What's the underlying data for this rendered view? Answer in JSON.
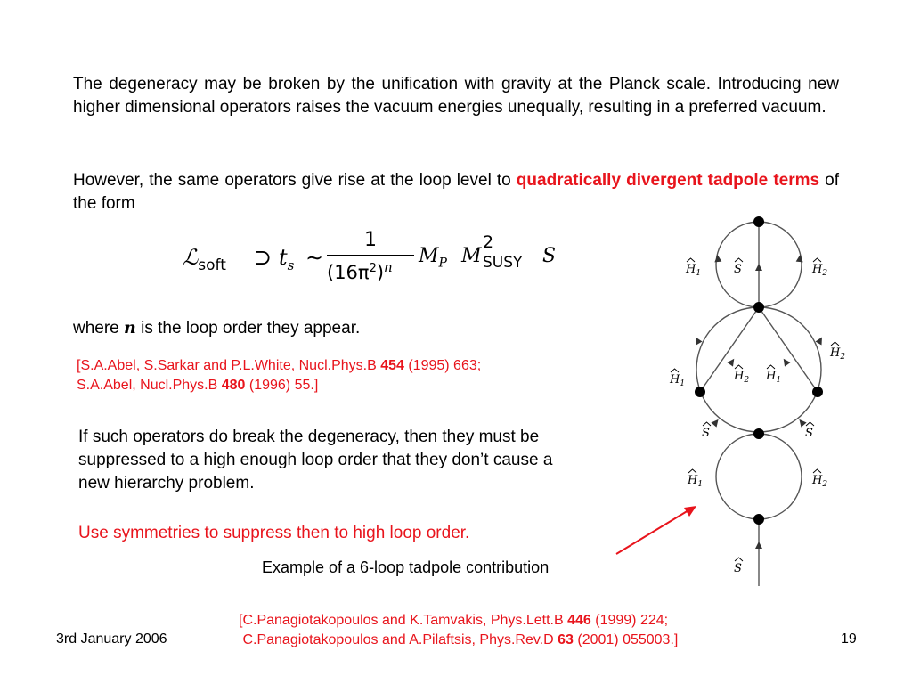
{
  "slide": {
    "para1": "The degeneracy may be broken by the unification with gravity at the Planck scale. Introducing new higher dimensional operators raises the vacuum energies unequally, resulting in a preferred vacuum.",
    "para2": {
      "before": "However, the same operators give rise at the loop level to ",
      "highlight": "quadratically divergent tadpole terms",
      "after": " of the form"
    },
    "formula": {
      "lhs": "ℒ",
      "lhs_sub": "soft",
      "supset": "⊃",
      "t": "t",
      "t_sub": "s",
      "sim": "∼",
      "numerator": "1",
      "denominator": "(16π",
      "denominator_exp": "2",
      "denominator_close": ")",
      "power": "n",
      "mp": "M",
      "mp_sub": "P",
      "m": "M",
      "m_sup": "2",
      "m_sub": "SUSY",
      "s": "S"
    },
    "where": {
      "before": "where ",
      "n": "n",
      "after": " is the loop order they appear."
    },
    "ref1": {
      "line1_pre": "[S.A.Abel, S.Sarkar and P.L.White, Nucl.Phys.B ",
      "line1_vol": "454",
      "line1_post": " (1995) 663;",
      "line2_pre": "S.A.Abel, Nucl.Phys.B ",
      "line2_vol": "480",
      "line2_post": " (1996) 55.]"
    },
    "para3": "If such operators do break the degeneracy, then they must be suppressed to a high enough loop order that they don’t cause a new hierarchy problem.",
    "para4": "Use symmetries to suppress then to high loop order.",
    "caption": "Example of a 6-loop tadpole contribution",
    "ref2": {
      "line1_pre": "[C.Panagiotakopoulos and K.Tamvakis, Phys.Lett.B ",
      "line1_vol": "446",
      "line1_post": " (1999) 224;",
      "line2_pre": " C.Panagiotakopoulos and A.Pilaftsis, Phys.Rev.D ",
      "line2_vol": "63",
      "line2_post": " (2001) 055003.]"
    },
    "footer_date": "3rd January 2006",
    "page_number": "19"
  },
  "diagram": {
    "labels": {
      "h1": "H",
      "h1_sub": "1",
      "h2": "H",
      "h2_sub": "2",
      "s": "S"
    }
  },
  "colors": {
    "accent_red": "#e8141c",
    "diagram_line": "#555555"
  }
}
